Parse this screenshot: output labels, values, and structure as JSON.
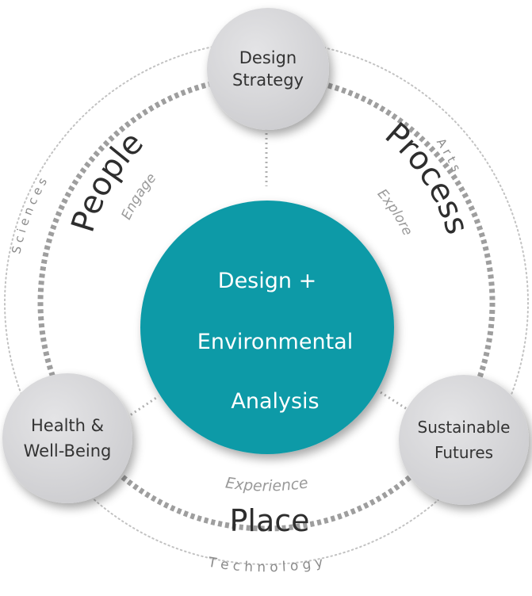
{
  "center": {
    "lines": [
      "Design +",
      "Environmental",
      "Analysis"
    ],
    "color": "#0e9aa7"
  },
  "nodes": {
    "top": [
      "Design",
      "Strategy"
    ],
    "left": [
      "Health &",
      "Well-Being"
    ],
    "right": [
      "Sustainable",
      "Futures"
    ]
  },
  "sectors": {
    "people": "People",
    "engage": "Engage",
    "process": "Process",
    "explore": "Explore",
    "place": "Place",
    "experience": "Experience"
  },
  "outer": {
    "sciences": "S c i e n c e s",
    "arts": "A r t s",
    "technology": "T e c h n o l o g y"
  },
  "colors": {
    "node_fill": "#d6d6d8",
    "ring_gray": "#9e9e9e",
    "ring_light": "#c2c2c2"
  }
}
